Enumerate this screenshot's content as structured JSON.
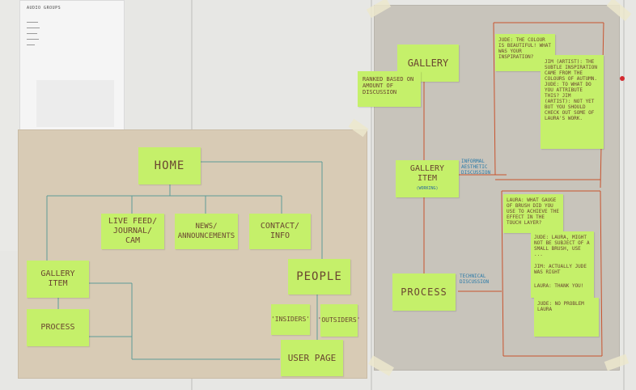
{
  "printout": {
    "title": "AUDIO GROUPS",
    "items": [
      "WOW",
      "WOW",
      "WOW",
      "WOW",
      "WOW"
    ]
  },
  "left_board": {
    "home": "HOME",
    "live_feed": "LIVE FEED/ JOURNAL/ CAM",
    "news": "NEWS/ ANNOUNCEMENTS",
    "contact": "CONTACT/ INFO",
    "gallery_item": "GALLERY ITEM",
    "process": "PROCESS",
    "people": "PEOPLE",
    "insiders": "'INSIDERS'",
    "outsiders": "'OUTSIDERS'",
    "user_page": "USER PAGE"
  },
  "right_board": {
    "gallery": "GALLERY",
    "ranked": "RANKED BASED ON AMOUNT OF DISCUSSION",
    "gallery_item": "GALLERY ITEM",
    "gallery_item_sub": "(WORKING)",
    "gallery_item_annot": "INFORMAL AESTHETIC DISCUSSION",
    "process": "PROCESS",
    "process_annot": "TECHNICAL DISCUSSION",
    "comment_1": "JUDE: THE COLOUR IS BEAUTIFUL! WHAT WAS YOUR INSPIRATION?",
    "comment_2": "JIM (ARTIST): THE SUBTLE INSPIRATION CAME FROM THE COLOURS OF AUTUMN. JUDE: TO WHAT DO YOU ATTRIBUTE THIS? JIM (ARTIST): NOT YET BUT YOU SHOULD CHECK OUT SOME OF LAURA'S WORK.",
    "comment_3": "LAURA: WHAT GAUGE OF BRUSH DID YOU USE TO ACHIEVE THE EFFECT IN THE TOUCH LAYER?",
    "comment_4": "JUDE: LAURA, MIGHT NOT BE SUBJECT OF A SMALL BRUSH, USE ...",
    "comment_5": "JIM: ACTUALLY JUDE WAS RIGHT",
    "comment_6": "LAURA: THANK YOU!",
    "comment_7": "JUDE: NO PROBLEM LAURA"
  }
}
